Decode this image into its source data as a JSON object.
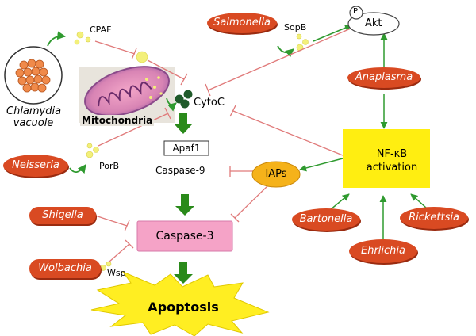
{
  "colors": {
    "pathogen": "#d94a22",
    "inhibition_line": "#e07a7a",
    "activation_arrow": "#2f9a2f",
    "main_arrow": "#2a8a1a",
    "nfkb_box": "#ffee11",
    "caspase3_box": "#f5a3c7",
    "iaps_ellipse": "#f5b21a",
    "apoptosis_burst": "#ffee22",
    "protein_dot": "#f3f07a",
    "chlamydia_body": "#f08a4a"
  },
  "nodes": {
    "akt": "Akt",
    "akt_phospho": "P",
    "cytoc": "CytoC",
    "mitochondria": "Mitochondria",
    "apaf1": "Apaf1",
    "caspase9": "Caspase-9",
    "iaps": "IAPs",
    "nfkb_line1": "NF-κB",
    "nfkb_line2": "activation",
    "caspase3": "Caspase-3",
    "apoptosis": "Apoptosis",
    "chlamydia_line1": "Chlamydia",
    "chlamydia_line2": "vacuole"
  },
  "effectors": {
    "cpaf": "CPAF",
    "sopb": "SopB",
    "porb": "PorB",
    "wsp": "Wsp"
  },
  "pathogens": {
    "salmonella": "Salmonella",
    "anaplasma": "Anaplasma",
    "neisseria": "Neisseria",
    "shigella": "Shigella",
    "wolbachia": "Wolbachia",
    "bartonella": "Bartonella",
    "ehrlichia": "Ehrlichia",
    "rickettsia": "Rickettsia"
  }
}
